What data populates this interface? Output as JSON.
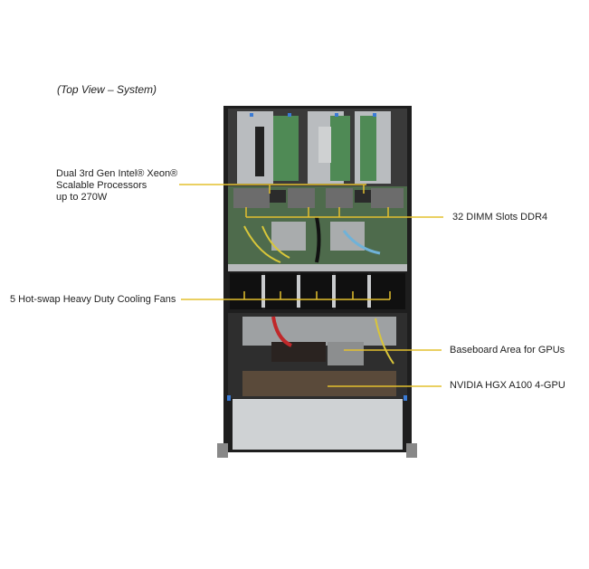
{
  "title": "(Top View – System)",
  "callouts": {
    "cpu": [
      "Dual 3rd Gen Intel® Xeon®",
      "Scalable Processors",
      "up to 270W"
    ],
    "dimm": "32 DIMM  Slots DDR4",
    "fans": "5 Hot-swap Heavy Duty Cooling Fans",
    "baseboard": "Baseboard Area for GPUs",
    "gpu": "NVIDIA  HGX A100 4-GPU"
  },
  "colors": {
    "callout_line": "#e3c02e",
    "chassis": "#2a2a2a",
    "board": "#5d8a5a"
  }
}
